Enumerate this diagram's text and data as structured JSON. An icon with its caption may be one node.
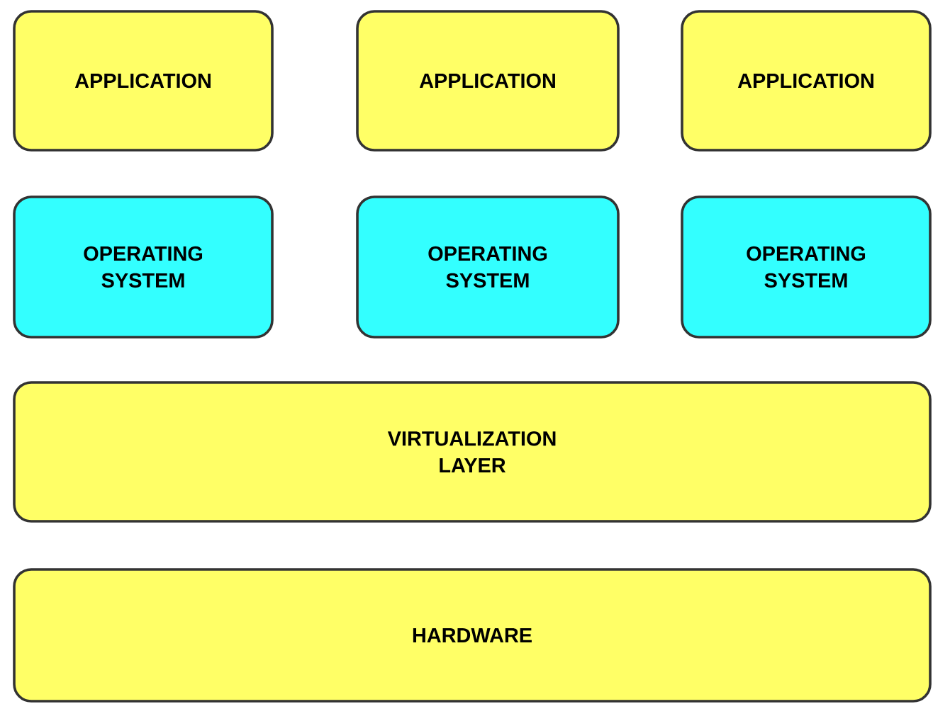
{
  "diagram": {
    "nodes": [
      {
        "text": [
          "APPLICATION"
        ]
      },
      {
        "text": [
          "APPLICATION"
        ]
      },
      {
        "text": [
          "APPLICATION"
        ]
      },
      {
        "text": [
          "OPERATING SYSTEM"
        ]
      },
      {
        "text": [
          "OPERATING SYSTEM"
        ]
      },
      {
        "text": [
          "OPERATING SYSTEM"
        ]
      },
      {
        "text": [
          "VIRTUALIZATION LAYER"
        ]
      },
      {
        "text": [
          "HARDWARE"
        ]
      }
    ]
  }
}
